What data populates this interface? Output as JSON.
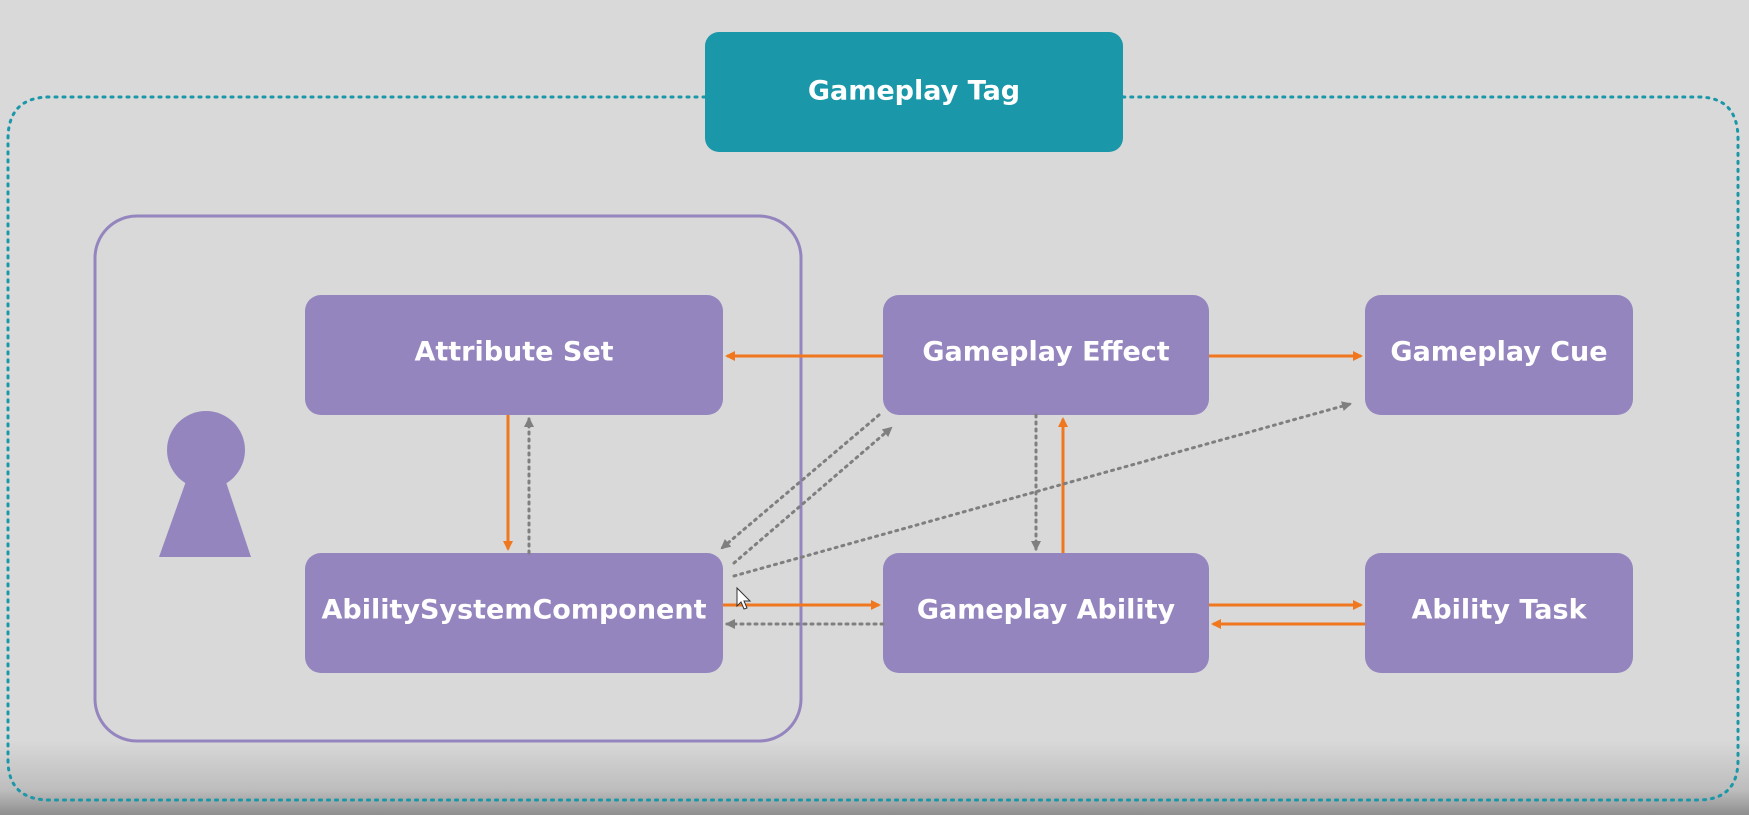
{
  "diagram": {
    "nodes": {
      "gameplay_tag": "Gameplay Tag",
      "attribute_set": "Attribute Set",
      "gameplay_effect": "Gameplay Effect",
      "gameplay_cue": "Gameplay Cue",
      "ability_system_component": "AbilitySystemComponent",
      "gameplay_ability": "Gameplay Ability",
      "ability_task": "Ability Task"
    },
    "actor_icon": "person-icon",
    "edges": [
      {
        "from": "Gameplay Effect",
        "to": "Attribute Set",
        "style": "solid"
      },
      {
        "from": "Gameplay Effect",
        "to": "Gameplay Cue",
        "style": "solid"
      },
      {
        "from": "Attribute Set",
        "to": "AbilitySystemComponent",
        "style": "solid"
      },
      {
        "from": "AbilitySystemComponent",
        "to": "Attribute Set",
        "style": "dotted"
      },
      {
        "from": "Gameplay Effect",
        "to": "AbilitySystemComponent",
        "style": "dotted"
      },
      {
        "from": "AbilitySystemComponent",
        "to": "Gameplay Effect",
        "style": "dotted"
      },
      {
        "from": "AbilitySystemComponent",
        "to": "Gameplay Cue",
        "style": "dotted"
      },
      {
        "from": "Gameplay Effect",
        "to": "Gameplay Ability",
        "style": "dotted"
      },
      {
        "from": "Gameplay Ability",
        "to": "Gameplay Effect",
        "style": "solid"
      },
      {
        "from": "AbilitySystemComponent",
        "to": "Gameplay Ability",
        "style": "solid"
      },
      {
        "from": "Gameplay Ability",
        "to": "AbilitySystemComponent",
        "style": "dotted"
      },
      {
        "from": "Gameplay Ability",
        "to": "Ability Task",
        "style": "solid"
      },
      {
        "from": "Ability Task",
        "to": "Gameplay Ability",
        "style": "solid"
      }
    ]
  },
  "colors": {
    "background": "#d9d9d9",
    "node_fill": "#9585bf",
    "tag_fill": "#1a97a8",
    "container_stroke": "#9585bf",
    "tag_border": "#1a97a8",
    "solid_arrow": "#f0771e",
    "dotted_arrow": "#7f7f7f",
    "label": "#ffffff"
  }
}
